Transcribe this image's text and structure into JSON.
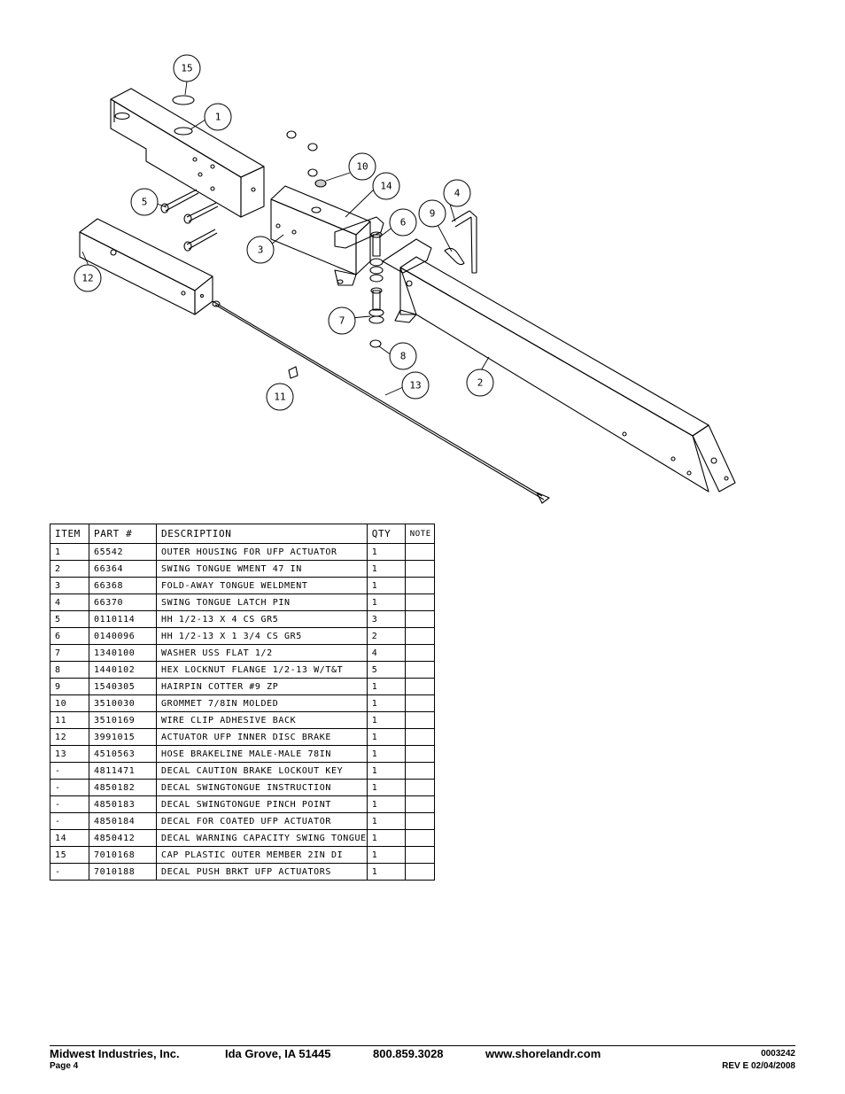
{
  "diagram": {
    "callouts": [
      "15",
      "1",
      "10",
      "14",
      "5",
      "4",
      "9",
      "6",
      "3",
      "12",
      "7",
      "8",
      "11",
      "13",
      "2"
    ]
  },
  "table": {
    "headers": [
      "ITEM",
      "PART #",
      "DESCRIPTION",
      "QTY",
      "NOTE"
    ],
    "rows": [
      {
        "item": "1",
        "part": "65542",
        "desc": "OUTER HOUSING FOR UFP ACTUATOR",
        "qty": "1",
        "note": ""
      },
      {
        "item": "2",
        "part": "66364",
        "desc": "SWING TONGUE WMENT 47 IN",
        "qty": "1",
        "note": ""
      },
      {
        "item": "3",
        "part": "66368",
        "desc": "FOLD-AWAY TONGUE WELDMENT",
        "qty": "1",
        "note": ""
      },
      {
        "item": "4",
        "part": "66370",
        "desc": "SWING TONGUE LATCH PIN",
        "qty": "1",
        "note": ""
      },
      {
        "item": "5",
        "part": "0110114",
        "desc": "HH 1/2-13 X 4 CS GR5",
        "qty": "3",
        "note": ""
      },
      {
        "item": "6",
        "part": "0140096",
        "desc": "HH 1/2-13 X 1 3/4 CS GR5",
        "qty": "2",
        "note": ""
      },
      {
        "item": "7",
        "part": "1340100",
        "desc": "WASHER USS FLAT 1/2",
        "qty": "4",
        "note": ""
      },
      {
        "item": "8",
        "part": "1440102",
        "desc": "HEX LOCKNUT FLANGE 1/2-13 W/T&T",
        "qty": "5",
        "note": ""
      },
      {
        "item": "9",
        "part": "1540305",
        "desc": "HAIRPIN COTTER #9 ZP",
        "qty": "1",
        "note": ""
      },
      {
        "item": "10",
        "part": "3510030",
        "desc": "GROMMET  7/8IN MOLDED",
        "qty": "1",
        "note": ""
      },
      {
        "item": "11",
        "part": "3510169",
        "desc": "WIRE CLIP   ADHESIVE BACK",
        "qty": "1",
        "note": ""
      },
      {
        "item": "12",
        "part": "3991015",
        "desc": "ACTUATOR UFP INNER  DISC BRAKE",
        "qty": "1",
        "note": ""
      },
      {
        "item": "13",
        "part": "4510563",
        "desc": "HOSE BRAKELINE MALE-MALE 78IN",
        "qty": "1",
        "note": ""
      },
      {
        "item": "-",
        "part": "4811471",
        "desc": "DECAL CAUTION BRAKE LOCKOUT KEY",
        "qty": "1",
        "note": ""
      },
      {
        "item": "-",
        "part": "4850182",
        "desc": "DECAL SWINGTONGUE INSTRUCTION",
        "qty": "1",
        "note": ""
      },
      {
        "item": "-",
        "part": "4850183",
        "desc": "DECAL SWINGTONGUE PINCH POINT",
        "qty": "1",
        "note": ""
      },
      {
        "item": "-",
        "part": "4850184",
        "desc": "DECAL FOR COATED UFP ACTUATOR",
        "qty": "1",
        "note": ""
      },
      {
        "item": "14",
        "part": "4850412",
        "desc": "DECAL WARNING CAPACITY SWING TONGUE",
        "qty": "1",
        "note": ""
      },
      {
        "item": "15",
        "part": "7010168",
        "desc": "CAP  PLASTIC OUTER MEMBER 2IN DI",
        "qty": "1",
        "note": ""
      },
      {
        "item": "-",
        "part": "7010188",
        "desc": "DECAL PUSH BRKT UFP ACTUATORS",
        "qty": "1",
        "note": ""
      }
    ]
  },
  "footer": {
    "company": "Midwest Industries, Inc.",
    "city": "Ida Grove, IA  51445",
    "phone": "800.859.3028",
    "website": "www.shorelandr.com",
    "page": "Page 4",
    "doc_number": "0003242",
    "revision": "REV E  02/04/2008"
  }
}
